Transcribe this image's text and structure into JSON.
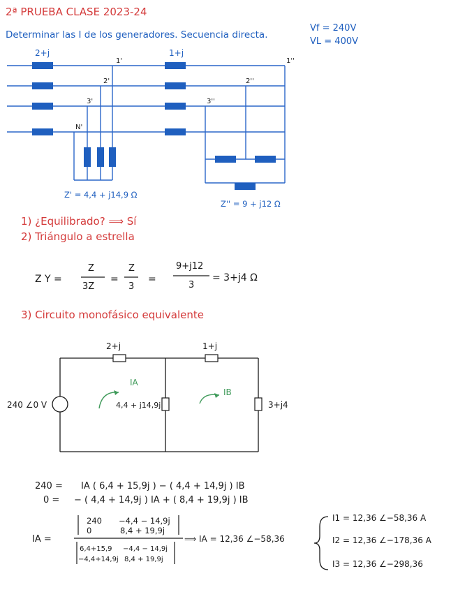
{
  "colors": {
    "blue": "#1f5fbf",
    "red": "#d43a3a",
    "black": "#1a1a1a",
    "green": "#3f9a5a"
  },
  "header": {
    "title": "2ª PRUEBA CLASE 2023-24",
    "statement": "Determinar las I de los generadores. Secuencia directa.",
    "vf": "Vf = 240V",
    "vl": "VL = 400V"
  },
  "circuit1": {
    "line_impedance_1": "2+j",
    "line_impedance_2": "1+j",
    "node_1p": "1'",
    "node_2p": "2'",
    "node_3p": "3'",
    "node_np": "N'",
    "node_1pp": "1''",
    "node_2pp": "2''",
    "node_3pp": "3''",
    "star_load": "Z' = 4,4 + j14,9 Ω",
    "delta_load": "Z'' = 9 + j12 Ω"
  },
  "steps": {
    "s1": "1) ¿Equilibrado? ⟹ Sí",
    "s2": "2) Triángulo a estrella",
    "zy_lhs": "Z Y =",
    "frac1_num": "Z",
    "frac1_den": "3Z",
    "frac2_num": "Z",
    "frac2_den": "3",
    "frac3_num": "9+j12",
    "frac3_den": "3",
    "zy_result": "= 3+j4 Ω",
    "s3": "3) Circuito monofásico equivalente"
  },
  "circuit2": {
    "z1": "2+j",
    "z2": "1+j",
    "source": "240 ∠0 V",
    "mid_z": "4,4 + j14,9j",
    "right_z": "3+j4",
    "ia": "IA",
    "ib": "IB"
  },
  "equations": {
    "eq1_lhs": "240 =",
    "eq1_rhs": "IA ( 6,4 + 15,9j ) − ( 4,4 + 14,9j ) IB",
    "eq2_lhs": "0 =",
    "eq2_rhs": "− ( 4,4 + 14,9j ) IA + ( 8,4 + 19,9j ) IB",
    "ia_label": "IA =",
    "num_r1c1": "240",
    "num_r1c2": "−4,4 − 14,9j",
    "num_r2c1": "0",
    "num_r2c2": "8,4 + 19,9j",
    "den_r1c1": "6,4+15,9",
    "den_r1c2": "−4,4 − 14,9j",
    "den_r2c1": "−4,4+14,9j",
    "den_r2c2": "8,4 + 19,9j",
    "ia_result": "⟹ IA = 12,36 ∠−58,36"
  },
  "results": {
    "i1": "I1 = 12,36 ∠−58,36 A",
    "i2": "I2 = 12,36 ∠−178,36 A",
    "i3": "I3 = 12,36 ∠−298,36"
  }
}
